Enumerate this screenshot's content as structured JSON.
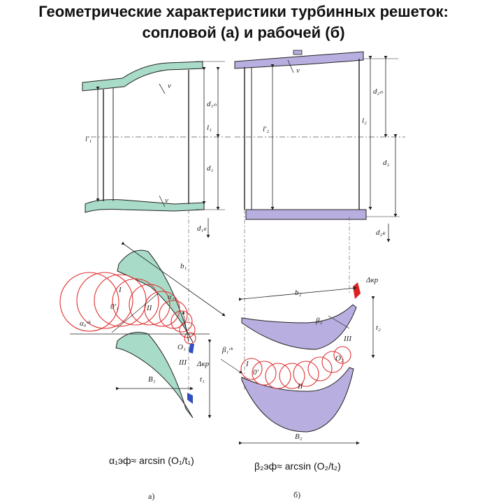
{
  "title": {
    "line1": "Геометрические характеристики турбинных решеток:",
    "line2": "сопловой (а) и рабочей (б)"
  },
  "colors": {
    "nozzle_fill": "#a8dcc8",
    "rotor_fill": "#b9aee0",
    "circle_stroke": "#e03030",
    "edge_blue": "#3050c0",
    "edge_red": "#e02020"
  },
  "labels_a": {
    "nu_top": "ν",
    "nu_bottom": "ν",
    "l1_prime": "l'₁",
    "l1": "l₁",
    "d1n": "d₁ₙ",
    "d1": "d₁",
    "d1k": "d₁ₖ",
    "b1": "b₁",
    "B1": "B₁",
    "t1": "t₁",
    "alpha_ck": "α₀ᶜᵏ",
    "alpha1": "α₁",
    "O1": "O₁",
    "O1_prime": "0'₁",
    "delta": "Δкр",
    "roman1": "I",
    "roman2": "II",
    "roman3": "III"
  },
  "labels_b": {
    "nu_top": "ν",
    "l2_prime": "l'₂",
    "l2": "l₂",
    "d2n": "d₂ₙ",
    "d2": "d₂",
    "d2k": "d₂ₖ",
    "b2": "b₂",
    "B2": "B₂",
    "t2": "t₂",
    "beta_ck": "β₁ᶜᵏ",
    "beta2": "β₂",
    "O2": "O₂",
    "O_prime": "0'",
    "delta": "Δкр",
    "roman1": "I",
    "roman2": "II",
    "roman3": "III"
  },
  "formula_a": "α₁эф≈ arcsin (O₁/t₁)",
  "formula_b": "β₂эф≈ arcsin (O₂/t₂)",
  "caption_a": "а)",
  "caption_b": "б)"
}
